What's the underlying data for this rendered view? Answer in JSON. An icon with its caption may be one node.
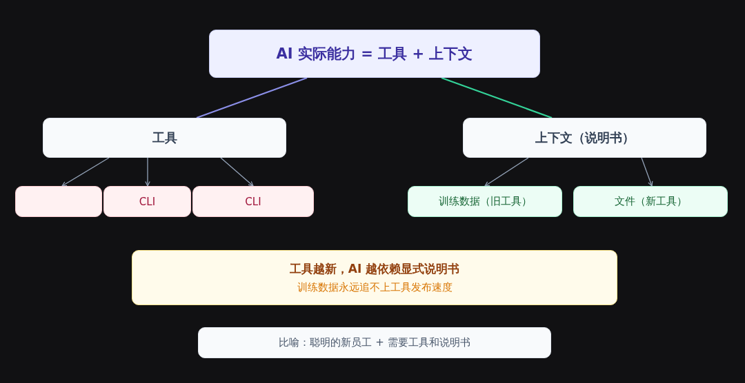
{
  "diagram": {
    "nodes": [
      {
        "text": [
          "AI 实际能力 = 工具 + 上下文"
        ]
      },
      {
        "text": [
          "工具"
        ]
      },
      {
        "text": [
          "上下文（说明书）"
        ]
      },
      {
        "text": [],
        "shape": "box"
      },
      {
        "text": [
          "CLI"
        ]
      },
      {
        "text": [
          "CLI"
        ]
      },
      {
        "text": [
          "训练数据（旧工具）"
        ]
      },
      {
        "text": [
          "文件（新工具）"
        ]
      },
      {
        "text": [
          "工具越新，AI 越依赖显式说明书",
          "训练数据永远追不上工具发布速度"
        ]
      },
      {
        "text": [
          "比喻：聪明的新员工 + 需要工具和说明书"
        ]
      }
    ],
    "edges": [
      {
        "from": 0,
        "to": 1,
        "arrow": "none",
        "color": "#8b8fe8"
      },
      {
        "from": 0,
        "to": 2,
        "arrow": "none",
        "color": "#34d399"
      },
      {
        "from": 1,
        "to": 3,
        "arrow": "to"
      },
      {
        "from": 1,
        "to": 4,
        "arrow": "to"
      },
      {
        "from": 1,
        "to": 5,
        "arrow": "to"
      },
      {
        "from": 2,
        "to": 6,
        "arrow": "to"
      },
      {
        "from": 2,
        "to": 7,
        "arrow": "to"
      }
    ]
  }
}
